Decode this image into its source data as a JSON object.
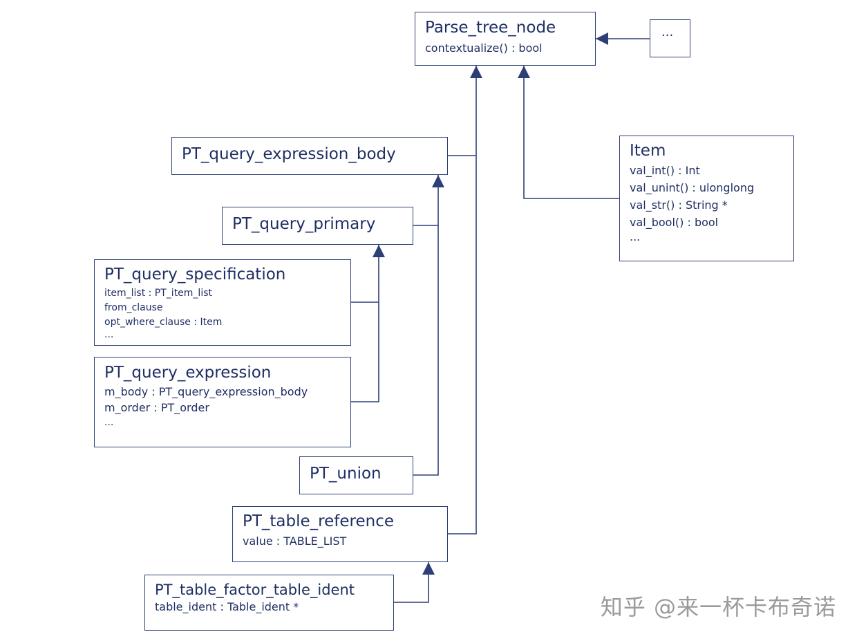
{
  "classes": {
    "parse_tree_node": {
      "name": "Parse_tree_node",
      "fields": [
        "contextualize() : bool"
      ]
    },
    "ellipsis_class": {
      "name": "..."
    },
    "pt_query_expression_body": {
      "name": "PT_query_expression_body"
    },
    "item": {
      "name": "Item",
      "fields": [
        "val_int() : Int",
        "val_unint() : ulonglong",
        "val_str() : String *",
        "val_bool() : bool",
        "..."
      ]
    },
    "pt_query_primary": {
      "name": "PT_query_primary"
    },
    "pt_query_specification": {
      "name": "PT_query_specification",
      "fields": [
        "item_list : PT_item_list",
        "from_clause",
        "opt_where_clause : Item",
        "..."
      ]
    },
    "pt_query_expression": {
      "name": "PT_query_expression",
      "fields": [
        "m_body : PT_query_expression_body",
        "m_order : PT_order",
        "..."
      ]
    },
    "pt_union": {
      "name": "PT_union"
    },
    "pt_table_reference": {
      "name": "PT_table_reference",
      "fields": [
        "value : TABLE_LIST"
      ]
    },
    "pt_table_factor_table_ident": {
      "name": "PT_table_factor_table_ident",
      "fields": [
        "table_ident : Table_ident *"
      ]
    }
  },
  "watermark": "知乎 @来一杯卡布奇诺",
  "colors": {
    "line": "#2e3f78",
    "text": "#1f2f63",
    "watermark": "#9a9a9a"
  }
}
